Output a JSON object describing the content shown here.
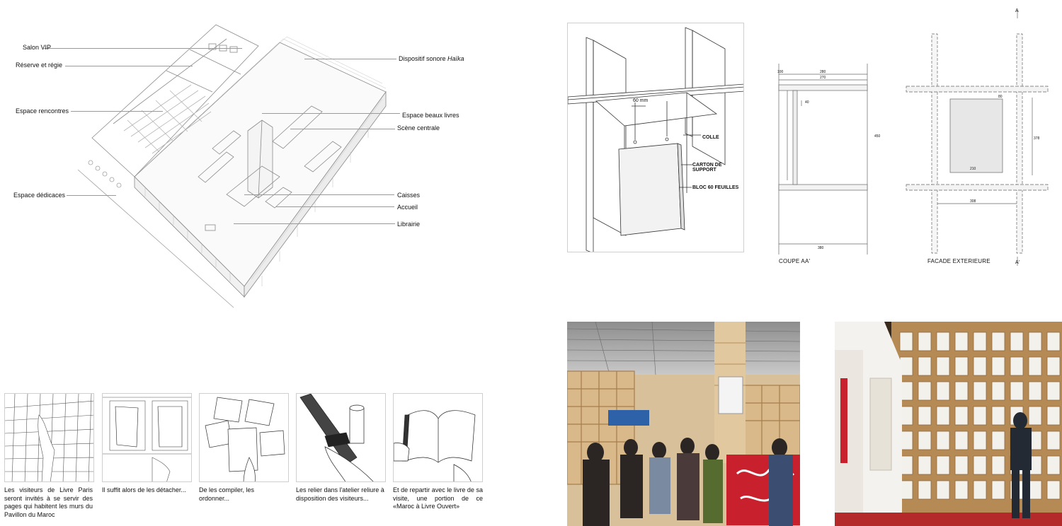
{
  "plan_labels": {
    "salon_vip": "Salon VIP",
    "reserve": "Réserve et régie",
    "rencontres": "Espace rencontres",
    "dedicaces": "Espace dédicaces",
    "dispositif_prefix": "Dispositif sonore ",
    "dispositif_em": "Haïka",
    "beaux_livres": "Espace beaux livres",
    "scene": "Scène centrale",
    "caisses": "Caisses",
    "accueil": "Accueil",
    "librairie": "Librairie"
  },
  "detail_labels": {
    "dim_60": "60 mm",
    "colle": "COLLE",
    "carton": "CARTON DE SUPPORT",
    "bloc": "BLOC 60 FEUILLES"
  },
  "section_titles": {
    "coupe": "COUPE AA'",
    "facade": "FACADE EXTERIEURE"
  },
  "section_dims": {
    "d100": "100",
    "d280": "280",
    "d270": "270",
    "d380": "380",
    "d40": "40",
    "d450": "450",
    "d210": "210",
    "d378": "378",
    "d308": "308",
    "d80": "80",
    "a_mark": "A",
    "a_prime": "A'"
  },
  "steps": [
    {
      "caption": "Les visiteurs de Livre Paris seront invités à se servir des pages qui habitent les murs du Pavillon du Maroc"
    },
    {
      "caption": "Il suffit alors de les détacher..."
    },
    {
      "caption": "De les compiler, les ordonner..."
    },
    {
      "caption": "Les relier dans l'atelier reliure à disposition des visiteurs..."
    },
    {
      "caption": "Et de repartir avec le livre de sa visite, une portion de ce «Maroc à Livre Ouvert»"
    }
  ],
  "colors": {
    "line": "#9a9a9a",
    "wood": "#c89a63",
    "red": "#c8202c",
    "dark": "#2b2623"
  }
}
